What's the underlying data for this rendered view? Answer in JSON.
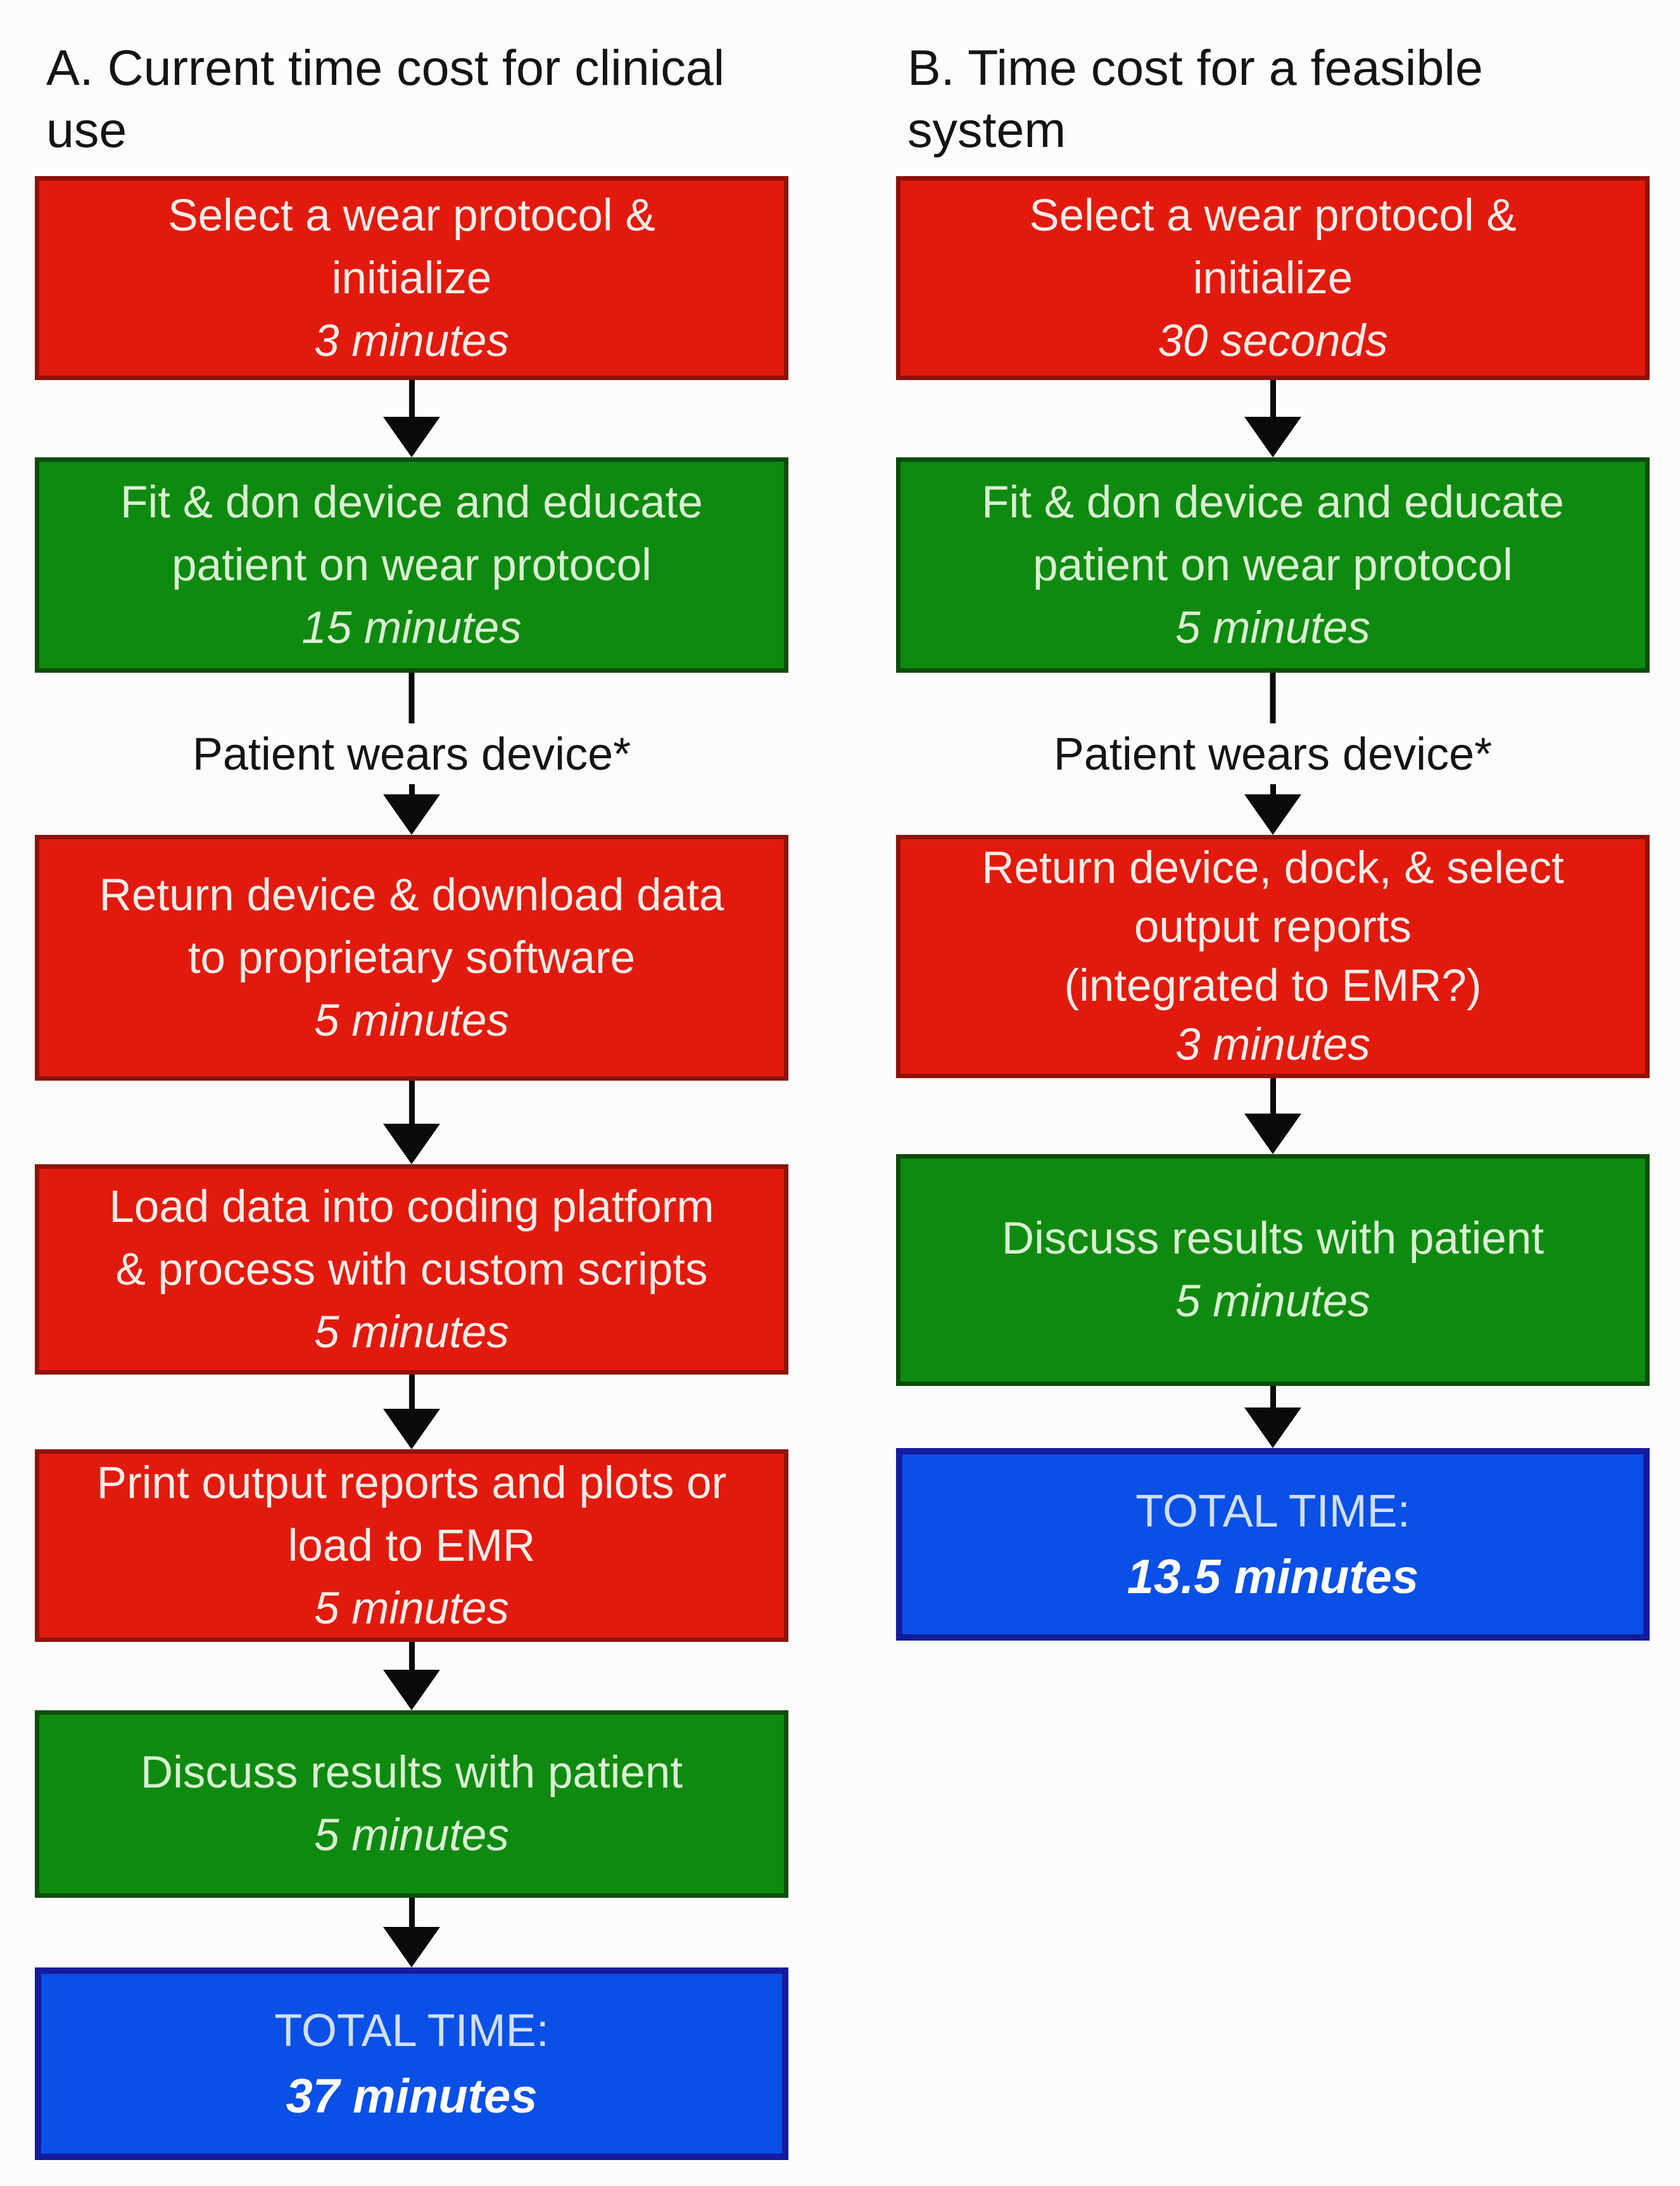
{
  "figure": {
    "colors": {
      "step_red": "#e21a0e",
      "step_red_border": "#8e1309",
      "step_green": "#0f8a10",
      "step_green_border": "#0b4d0b",
      "total_blue": "#0a50e6",
      "total_blue_border": "#141b9e",
      "red_box_text": "#f7ece7",
      "green_box_text": "#d9f0d2",
      "blue_box_text": "#ffffff",
      "label_text": "#141414"
    },
    "a": {
      "title": [
        "A. Current time cost for clinical",
        "use"
      ],
      "step1": {
        "lines": [
          "Select a wear protocol &",
          "initialize"
        ],
        "time": "3 minutes"
      },
      "step2": {
        "lines": [
          "Fit & don device and educate",
          "patient on wear protocol"
        ],
        "time": "15 minutes"
      },
      "wear_label": "Patient wears device*",
      "step3": {
        "lines": [
          "Return device & download data",
          "to proprietary software"
        ],
        "time": "5 minutes"
      },
      "step4": {
        "lines": [
          "Load data into coding platform",
          "& process with custom scripts"
        ],
        "time": "5 minutes"
      },
      "step5": {
        "lines": [
          "Print output reports and plots or",
          "load to EMR"
        ],
        "time": "5 minutes"
      },
      "step6": {
        "lines": [
          "Discuss results with patient"
        ],
        "time": "5 minutes"
      },
      "total": {
        "label": "TOTAL TIME:",
        "value": "37 minutes"
      }
    },
    "b": {
      "title": [
        "B. Time cost for a feasible",
        "system"
      ],
      "step1": {
        "lines": [
          "Select a wear protocol &",
          "initialize"
        ],
        "time": "30 seconds"
      },
      "step2": {
        "lines": [
          "Fit & don device and educate",
          "patient on wear protocol"
        ],
        "time": "5 minutes"
      },
      "wear_label": "Patient wears device*",
      "step3": {
        "lines": [
          "Return device, dock, & select",
          "output reports",
          "(integrated to EMR?)"
        ],
        "time": "3 minutes"
      },
      "step4": {
        "lines": [
          "Discuss results with patient"
        ],
        "time": "5 minutes"
      },
      "total": {
        "label": "TOTAL TIME:",
        "value": "13.5 minutes"
      }
    }
  }
}
